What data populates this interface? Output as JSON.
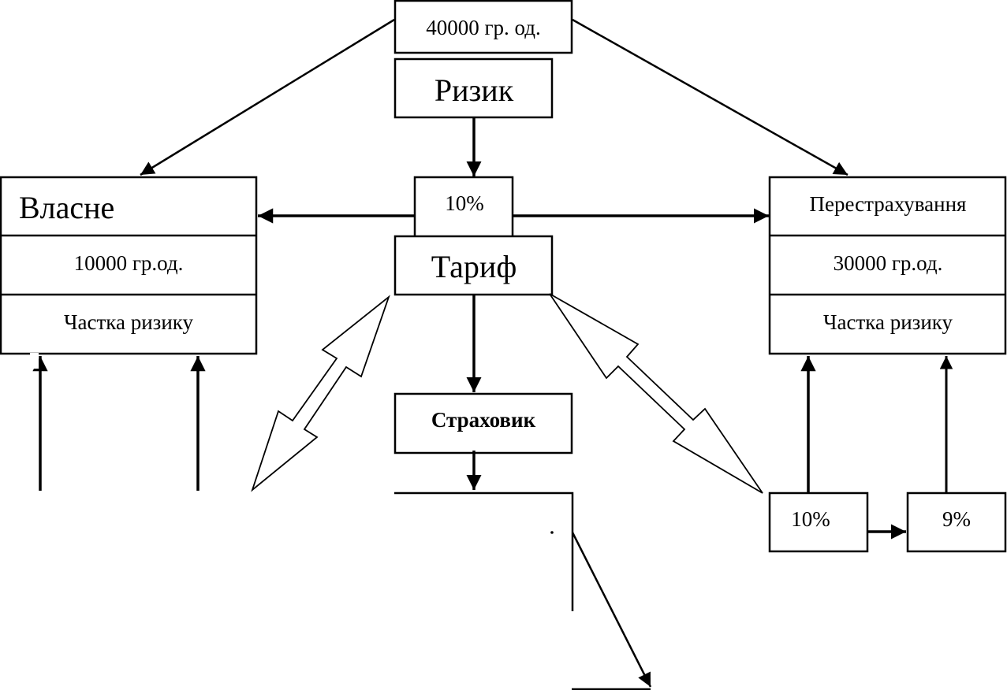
{
  "diagram": {
    "nodes": {
      "total_sum": "40000 гр. од.",
      "risk": "Ризик",
      "rate_percent": "10%",
      "tariff": "Тариф",
      "insurer": "Страховик",
      "own": {
        "title": "Власне",
        "amount": "10000 гр.од.",
        "share": "Частка ризику"
      },
      "reinsurance": {
        "title": "Перестрахування",
        "amount": "30000 гр.од.",
        "share": "Частка ризику"
      },
      "rate_a": "10%",
      "rate_b": "9%"
    },
    "edges": [
      {
        "from": "total_sum",
        "to": "own",
        "type": "arrow"
      },
      {
        "from": "total_sum",
        "to": "reinsurance",
        "type": "arrow"
      },
      {
        "from": "risk",
        "to": "rate_percent",
        "type": "arrow"
      },
      {
        "from": "rate_percent",
        "to": "own",
        "type": "arrow"
      },
      {
        "from": "rate_percent",
        "to": "reinsurance",
        "type": "arrow"
      },
      {
        "from": "tariff",
        "to": "insurer",
        "type": "arrow"
      },
      {
        "from": "tariff",
        "to": "bottom-left",
        "type": "double-block-arrow"
      },
      {
        "from": "tariff",
        "to": "rate_a",
        "type": "double-block-arrow"
      },
      {
        "from": "rate_a",
        "to": "rate_b",
        "type": "arrow"
      },
      {
        "from": "rate_a",
        "to": "reinsurance",
        "type": "arrow"
      },
      {
        "from": "rate_b",
        "to": "reinsurance",
        "type": "arrow"
      },
      {
        "from": "insurer",
        "to": "open-frame",
        "type": "arrow"
      },
      {
        "from": "open-frame",
        "to": "bottom-right",
        "type": "arrow"
      }
    ]
  }
}
